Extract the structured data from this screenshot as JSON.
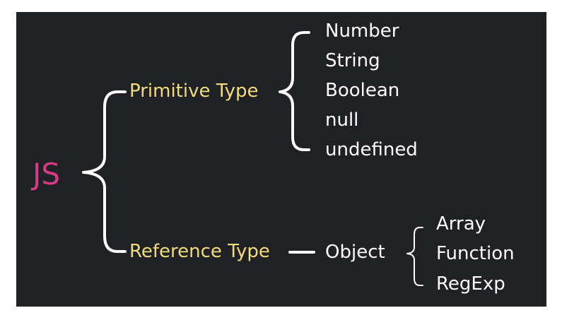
{
  "root": "JS",
  "primitive": {
    "label": "Primitive Type",
    "items": [
      "Number",
      "String",
      "Boolean",
      "null",
      "undefined"
    ]
  },
  "reference": {
    "label": "Reference Type",
    "object": "Object",
    "items": [
      "Array",
      "Function",
      "RegExp"
    ]
  },
  "colors": {
    "background": "#202125",
    "root": "#d63a84",
    "category": "#f1dc7c",
    "leaf": "#ffffff",
    "connector": "#ffffff"
  }
}
